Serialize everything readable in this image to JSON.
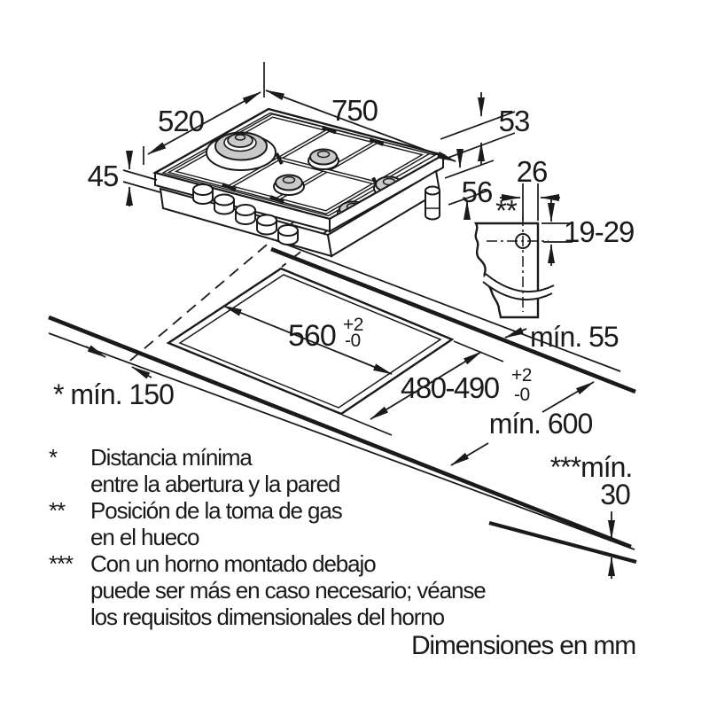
{
  "diagram": {
    "title_hidden": "",
    "labels": {
      "width": "750",
      "depth": "520",
      "height_front": "45",
      "height_a": "53",
      "height_b": "56",
      "gas_horizontal": "26",
      "gas_vertical": "19-29",
      "gas_marker": "**",
      "min_rear": "mín. 55",
      "min_side": "* mín. 150",
      "min_worktop_depth": "mín. 600",
      "min_oven_prefix": "***mín.",
      "min_oven_value": "30",
      "cutout_width": "560",
      "cutout_width_tol_plus": "+2",
      "cutout_width_tol_minus": "-0",
      "cutout_depth": "480-490",
      "cutout_depth_tol_plus": "+2",
      "cutout_depth_tol_minus": "-0",
      "units": "Dimensiones en mm"
    },
    "footnotes": [
      {
        "marker": "*",
        "line1": "Distancia mínima",
        "line2": "entre la abertura y la pared",
        "line3": ""
      },
      {
        "marker": "**",
        "line1": "Posición de la toma de gas",
        "line2": "en el hueco",
        "line3": ""
      },
      {
        "marker": "***",
        "line1": "Con un horno montado debajo",
        "line2": "puede ser más en caso necesario; véanse",
        "line3": "los requisitos dimensionales del horno"
      }
    ],
    "colors": {
      "line": "#1a1a1a",
      "burner_fill": "#c9c9c9",
      "background": "#ffffff"
    }
  }
}
